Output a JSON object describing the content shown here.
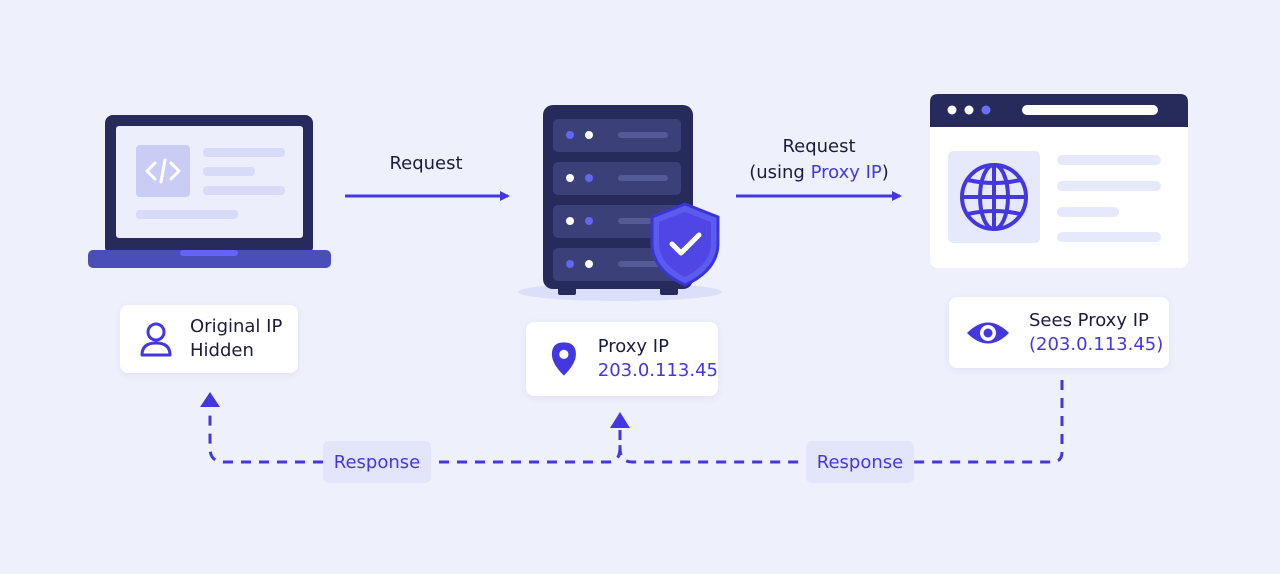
{
  "labels": {
    "request_1": "Request",
    "request_2_line1": "Request",
    "request_2_prefix": "(using ",
    "request_2_accent": "Proxy IP",
    "request_2_suffix": ")"
  },
  "cards": {
    "client": {
      "title": "Original IP",
      "subtitle": "Hidden"
    },
    "proxy": {
      "title": "Proxy IP",
      "address": "203.0.113.45"
    },
    "website": {
      "title": "Sees Proxy IP",
      "address": "(203.0.113.45)"
    }
  },
  "responses": {
    "left": "Response",
    "right": "Response"
  },
  "colors": {
    "background": "#eef0fc",
    "accent": "#4338e0",
    "navy": "#262b5c",
    "light_purple": "#dfe2fb"
  },
  "icons": {
    "laptop": "laptop-icon",
    "code": "code-icon",
    "server": "server-icon",
    "shield": "shield-check-icon",
    "browser": "browser-window-icon",
    "globe": "globe-icon",
    "user": "user-icon",
    "location": "location-pin-icon",
    "eye": "eye-icon"
  }
}
